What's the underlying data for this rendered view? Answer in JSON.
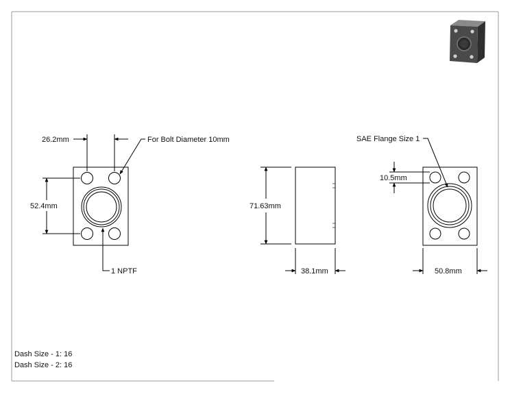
{
  "drawing": {
    "front_view": {
      "dim_hole_spacing_horizontal": "26.2mm",
      "dim_hole_spacing_vertical": "52.4mm",
      "bolt_note": "For Bolt Diameter 10mm",
      "port_note": "1 NPTF"
    },
    "side_view": {
      "dim_height": "71.63mm",
      "dim_depth": "38.1mm"
    },
    "rear_view": {
      "flange_note": "SAE Flange Size 1",
      "dim_offset": "10.5mm",
      "dim_width": "50.8mm"
    },
    "notes": [
      "Dash Size - 1: 16",
      "Dash Size - 2: 16"
    ],
    "colors": {
      "line": "#000000",
      "border": "#9a9a9a",
      "thumbnail_body": "#4a4a4a"
    },
    "icons": [
      "isometric-thumbnail-icon"
    ]
  }
}
